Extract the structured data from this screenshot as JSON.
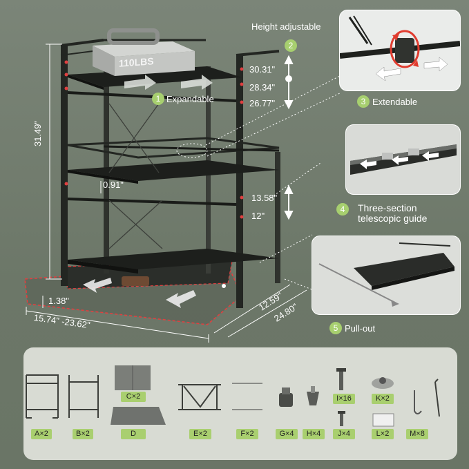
{
  "callouts": {
    "height_adjustable": "Height adjustable",
    "expandable": "Expandable",
    "extendable": "Extendable",
    "telescopic_line1": "Three-section",
    "telescopic_line2": "telescopic guide",
    "pull_out": "Pull-out"
  },
  "badges": [
    "1",
    "2",
    "3",
    "4",
    "5"
  ],
  "weight_label": "110LBS",
  "dimensions": {
    "total_height": "31.49\"",
    "shelf_1": "30.31\"",
    "shelf_2": "28.34\"",
    "shelf_3": "26.77\"",
    "middle_thickness": "0.91\"",
    "lower_1": "13.58\"",
    "lower_2": "12\"",
    "drawer_thickness": "1.38\"",
    "width_range": "15.74\" -23.62\"",
    "depth": "12.59\"",
    "depth_total": "24.80\""
  },
  "parts": [
    {
      "label": "A×2"
    },
    {
      "label": "B×2"
    },
    {
      "label": "C×2"
    },
    {
      "label": "D"
    },
    {
      "label": "E×2"
    },
    {
      "label": "F×2"
    },
    {
      "label": "G×4"
    },
    {
      "label": "H×4"
    },
    {
      "label": "I×16"
    },
    {
      "label": "J×4"
    },
    {
      "label": "K×2"
    },
    {
      "label": "L×2"
    },
    {
      "label": "M×8"
    }
  ],
  "colors": {
    "background": "#6f7a6a",
    "accent_green": "#a7cf6f",
    "panel": "#e4e6e0",
    "dashed_red": "#e04040"
  }
}
